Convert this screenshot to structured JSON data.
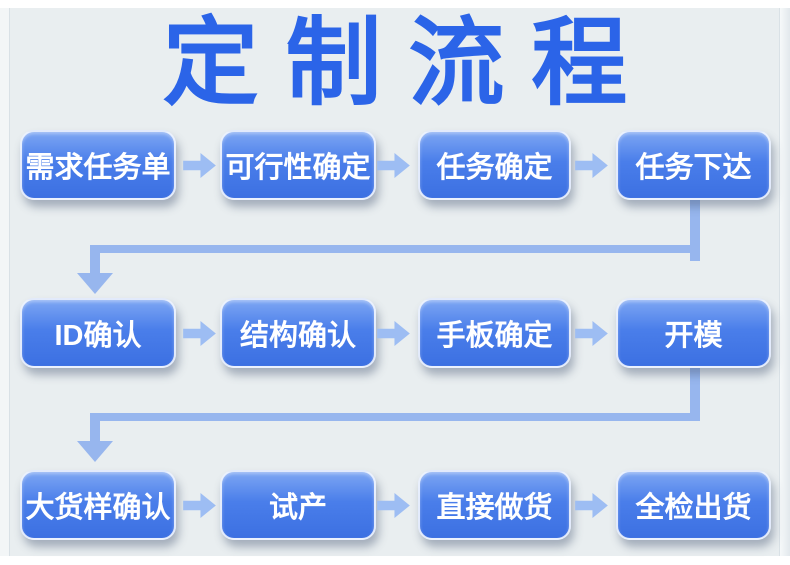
{
  "title": "定制流程",
  "colors": {
    "title": "#2b64e8",
    "box_gradient_top": "#7da6f3",
    "box_gradient_mid": "#4a7eea",
    "box_gradient_bottom": "#3c70e2",
    "box_text": "#ffffff",
    "arrow": "#9dbdf3",
    "connector": "#97b6ee",
    "background": "#e9eef0"
  },
  "flow": {
    "rows": [
      {
        "steps": [
          "需求任务单",
          "可行性确定",
          "任务确定",
          "任务下达"
        ]
      },
      {
        "steps": [
          "ID确认",
          "结构确认",
          "手板确定",
          "开模"
        ]
      },
      {
        "steps": [
          "大货样确认",
          "试产",
          "直接做货",
          "全检出货"
        ]
      }
    ]
  }
}
